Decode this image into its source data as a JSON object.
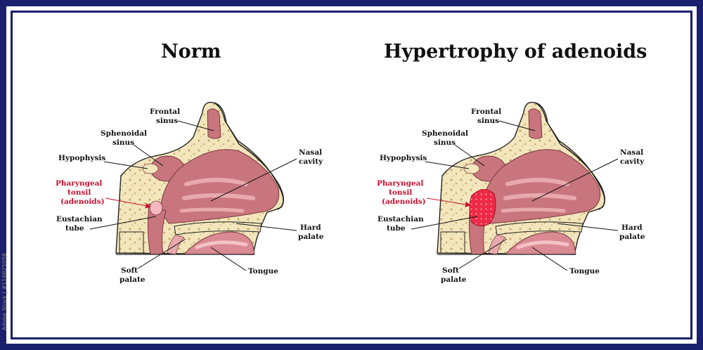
{
  "titles": {
    "norm": "Norm",
    "hypertrophy": "Hypertrophy of adenoids"
  },
  "labels": {
    "frontal_sinus": [
      "Frontal",
      "sinus"
    ],
    "sphenoidal_sinus": [
      "Sphenoidal",
      "sinus"
    ],
    "hypophysis": "Hypophysis",
    "nasal_cavity": [
      "Nasal",
      "cavity"
    ],
    "pharyngeal_tonsil": [
      "Pharyngeal",
      "tonsil",
      "(adenoids)"
    ],
    "eustachian_tube": [
      "Eustachian",
      "tube"
    ],
    "hard_palate": [
      "Hard",
      "palate"
    ],
    "soft_palate": [
      "Soft",
      "palate"
    ],
    "tongue": "Tongue"
  },
  "colors": {
    "frame": "#1a1f6e",
    "bone": "#f3e6bd",
    "tissue": "#c9757d",
    "tissue_light": "#e8a9ae",
    "adenoid_normal": "#f4b8c0",
    "adenoid_enlarged": "#ee2b47",
    "highlight_label": "#c8102e"
  },
  "credit": "Adobe Stock | #116825058"
}
